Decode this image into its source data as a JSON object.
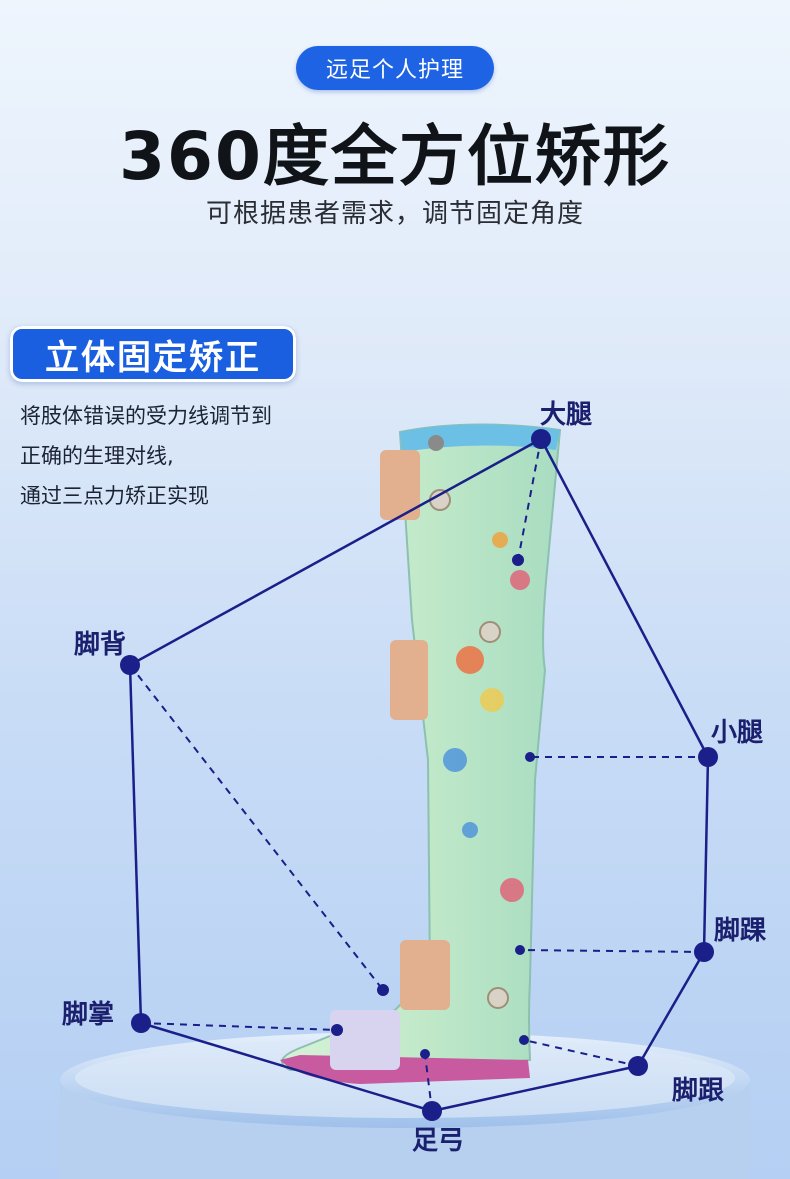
{
  "header": {
    "brand": "远足个人护理",
    "headline": "360度全方位矫形",
    "subtitle": "可根据患者需求，调节固定角度"
  },
  "section": {
    "badge": "立体固定矫正",
    "description_lines": [
      "将肢体错误的受力线调节到",
      "正确的生理对线,",
      "通过三点力矫正实现"
    ]
  },
  "points": {
    "thigh": "大腿",
    "instep": "脚背",
    "calf": "小腿",
    "ankle": "脚踝",
    "palm": "脚掌",
    "heel": "脚跟",
    "arch": "足弓"
  },
  "colors": {
    "accent": "#1e63e4",
    "line": "#1a1f8a",
    "brace": "#bde8c4"
  }
}
